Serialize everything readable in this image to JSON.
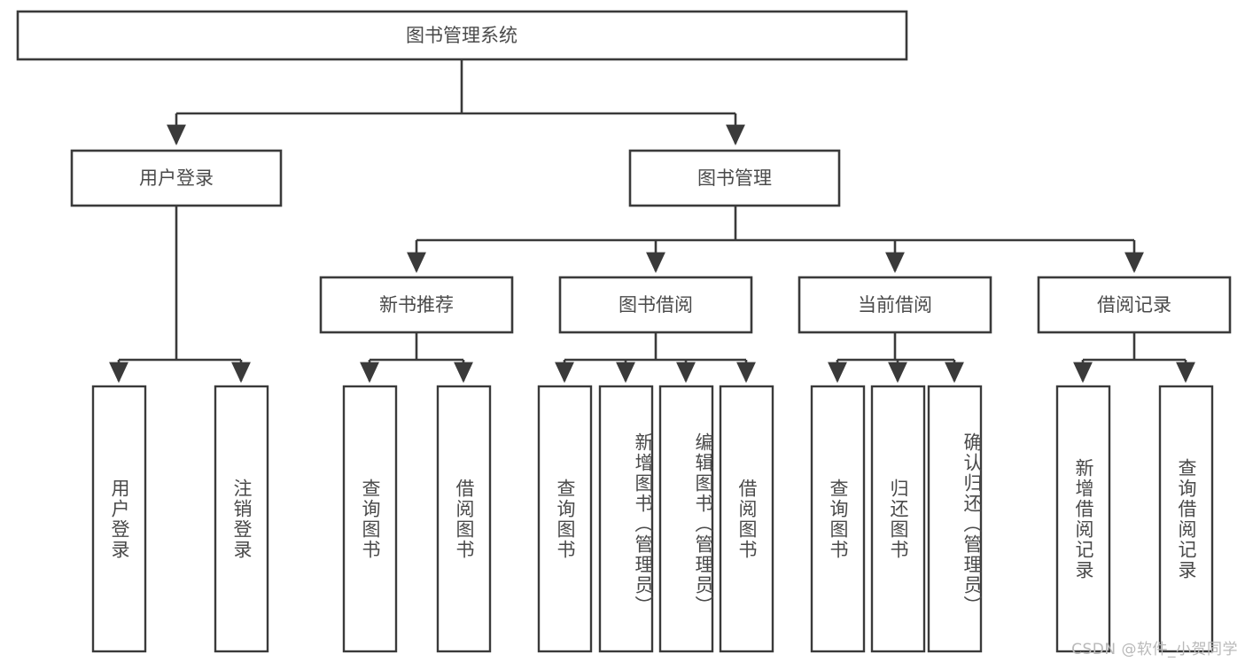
{
  "diagram": {
    "type": "tree",
    "title": "图书管理系统",
    "orientation": "top-down",
    "colors": {
      "stroke": "#3a3a3a",
      "fill": "#ffffff",
      "text": "#4a4a4a",
      "watermark": "#b9b9b9",
      "background": "#ffffff"
    },
    "root": {
      "label": "图书管理系统"
    },
    "level2": [
      {
        "label": "用户登录"
      },
      {
        "label": "图书管理"
      }
    ],
    "level3": [
      {
        "label": "新书推荐"
      },
      {
        "label": "图书借阅"
      },
      {
        "label": "当前借阅"
      },
      {
        "label": "借阅记录"
      }
    ],
    "leaves": {
      "user_login": [
        {
          "label": "用户登录"
        },
        {
          "label": "注销登录"
        }
      ],
      "new_book_recommend": [
        {
          "label": "查询图书"
        },
        {
          "label": "借阅图书"
        }
      ],
      "book_borrow": [
        {
          "label": "查询图书"
        },
        {
          "label": "新增图书（管理员）"
        },
        {
          "label": "编辑图书（管理员）"
        },
        {
          "label": "借阅图书"
        }
      ],
      "current_borrow": [
        {
          "label": "查询图书"
        },
        {
          "label": "归还图书"
        },
        {
          "label": "确认归还（管理员）"
        }
      ],
      "borrow_records": [
        {
          "label": "新增借阅记录"
        },
        {
          "label": "查询借阅记录"
        }
      ]
    }
  },
  "watermark": {
    "text": "CSDN @软件_小贺同学"
  }
}
